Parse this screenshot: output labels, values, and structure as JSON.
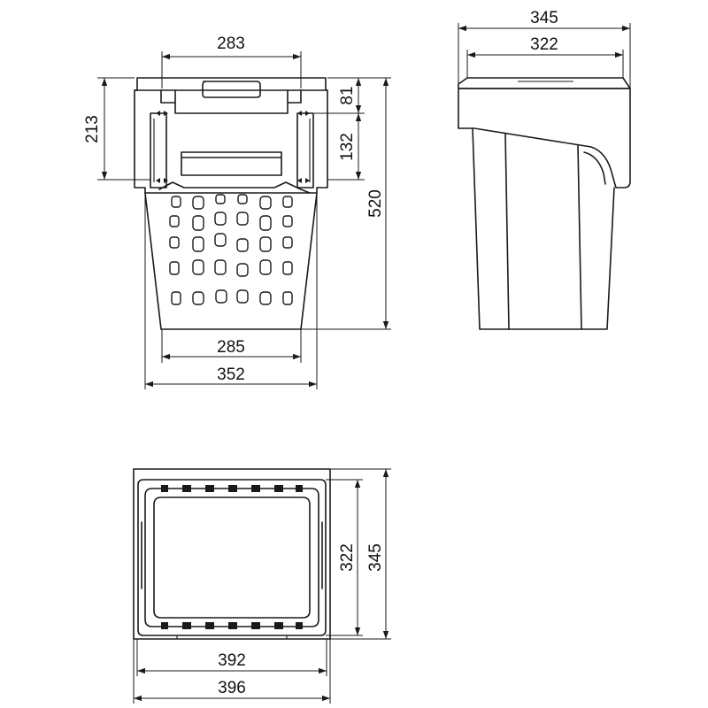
{
  "dimensions": {
    "front_top_width": "283",
    "front_upper_height": "213",
    "front_bottom_inner_width": "285",
    "front_bottom_outer_width": "352",
    "handle_height": "81",
    "rail_height": "132",
    "total_height": "520",
    "side_outer_width": "345",
    "side_inner_width": "322",
    "top_inner_depth": "322",
    "top_outer_depth": "345",
    "top_inner_width": "392",
    "top_outer_width": "396"
  }
}
